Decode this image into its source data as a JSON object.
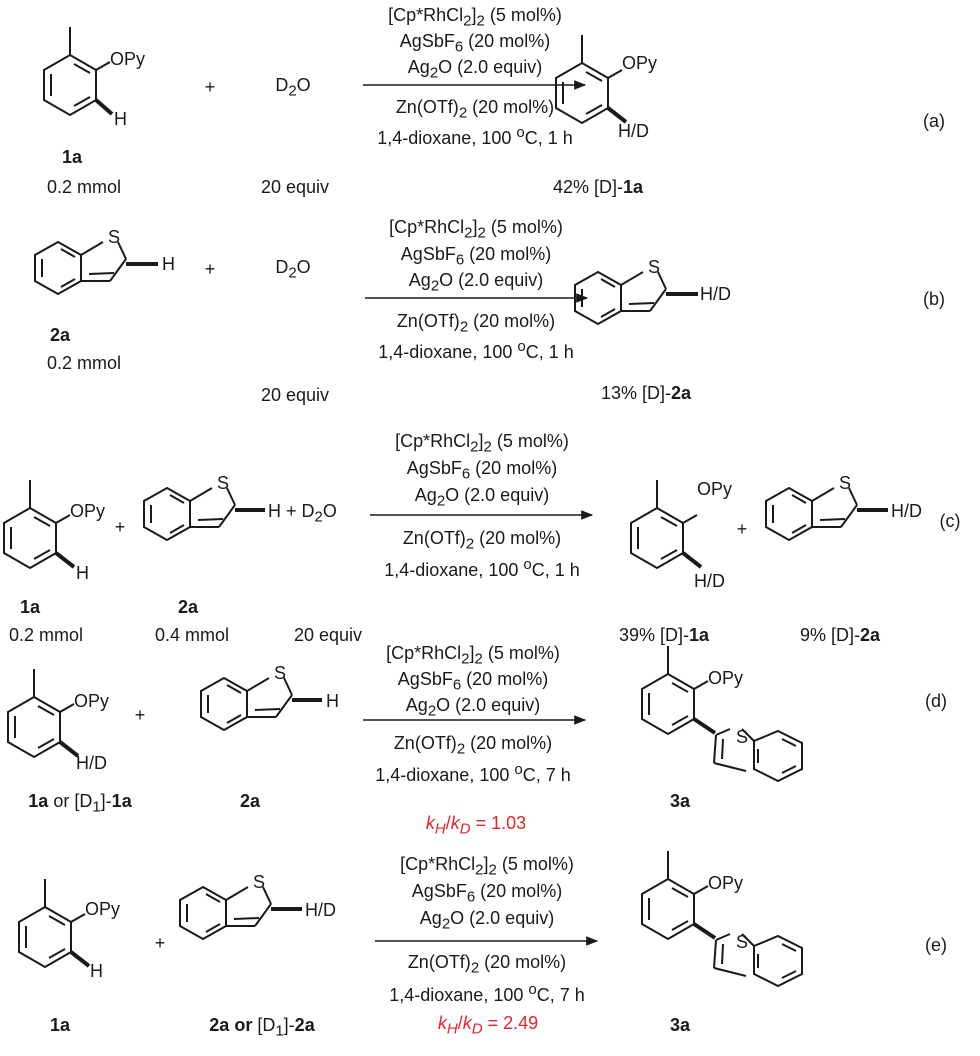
{
  "conditions": {
    "cat": "[Cp*RhCl",
    "cat_sub": "2",
    "cat_end": "]",
    "cat_sub2": "2",
    "cat_load": " (5 mol%)",
    "ag": "AgSbF",
    "ag_sub": "6",
    "ag_load": " (20 mol%)",
    "ox": "Ag",
    "ox_sub": "2",
    "ox_load": "O (2.0 equiv)",
    "zn": "Zn(OTf)",
    "zn_sub": "2",
    "zn_load": " (20 mol%)",
    "solvent_a": "1,4-dioxane, 100 ",
    "solvent_deg": "o",
    "solvent_c": "C, ",
    "time_1h": "1 h",
    "time_7h": "7 h"
  },
  "labels": {
    "opy": "OPy",
    "h": "H",
    "hd": "H/D",
    "s": "S",
    "plus": "+",
    "d2o_d": "D",
    "d2o_sub": "2",
    "d2o_o": "O",
    "h_plus_d2o": "H + D",
    "cmpd_1a": "1a",
    "cmpd_2a": "2a",
    "cmpd_3a": "3a",
    "mmol_02": "0.2 mmol",
    "mmol_04": "0.4 mmol",
    "equiv_20": "20 equiv",
    "or": " or ",
    "d1_open": "[D",
    "d1_sub": "1",
    "d1_close": "]-",
    "d_tag": "[D]-",
    "bold_or": " or ",
    "kh": "k",
    "kh_sub": "H",
    "slash": "/",
    "kd": "k",
    "kd_sub": "D",
    "kie_d": " = 1.03",
    "kie_e": " = 2.49"
  },
  "rows": {
    "a": {
      "tag": "(a)",
      "yield_pct": "42% "
    },
    "b": {
      "tag": "(b)",
      "yield_pct": "13% "
    },
    "c": {
      "tag": "(c)",
      "yield_1a_pct": "39% ",
      "yield_2a_pct": "9% "
    },
    "d": {
      "tag": "(d)"
    },
    "e": {
      "tag": "(e)"
    }
  },
  "colors": {
    "kie": "#e8252a",
    "ink": "#1a1a1a"
  }
}
